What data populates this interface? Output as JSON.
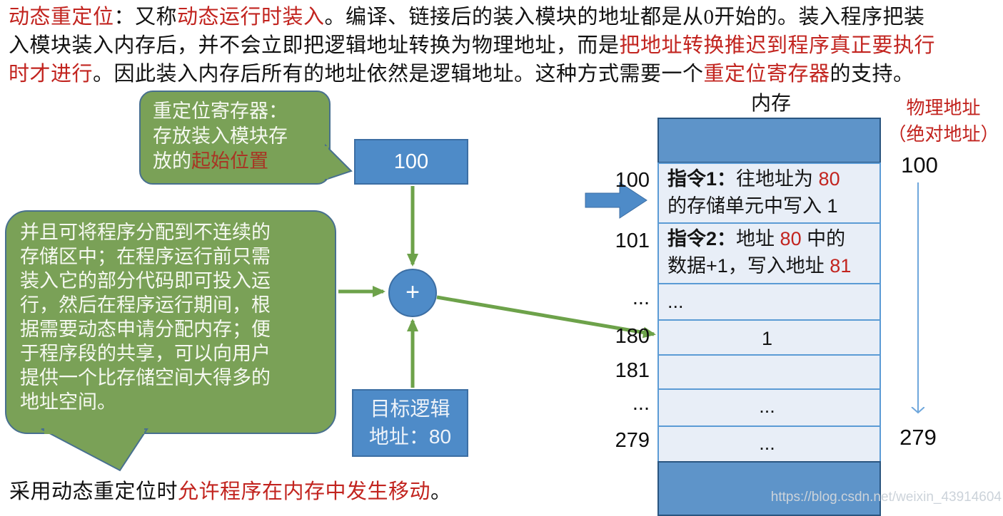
{
  "colors": {
    "accent_red": "#c2241f",
    "bubble_green": "#7aa157",
    "shape_blue": "#4e8bc8",
    "arrow_green": "#6da24a",
    "table_light_row": "#e8eef7",
    "table_band_blue": "#5e94c9"
  },
  "intro": {
    "lines": [
      [
        {
          "t": "动态重定位",
          "cls": "red"
        },
        {
          "t": "：又称"
        },
        {
          "t": "动态运行时装入",
          "cls": "red"
        },
        {
          "t": "。编译、链接后的装入模块的地址都是从0开始的。装入程序把装"
        }
      ],
      [
        {
          "t": "入模块装入内存后，并不会立即把逻辑地址转换为物理地址，而是"
        },
        {
          "t": "把地址转换推迟到程序真正要执行",
          "cls": "red"
        }
      ],
      [
        {
          "t": "时才进行",
          "cls": "red"
        },
        {
          "t": "。因此装入内存后所有的地址依然是逻辑地址。这种方式需要一个"
        },
        {
          "t": "重定位寄存器",
          "cls": "red"
        },
        {
          "t": "的支持。"
        }
      ]
    ]
  },
  "bubble_register": {
    "segments": [
      {
        "t": "重定位寄存器："
      },
      {
        "br": true
      },
      {
        "t": "存放装入模块存"
      },
      {
        "br": true
      },
      {
        "t": "放的"
      },
      {
        "t": "起始位置",
        "cls": "red-on-green"
      }
    ]
  },
  "bubble_advantages": {
    "text": "并且可将程序分配到不连续的\n存储区中；在程序运行前只需\n装入它的部分代码即可投入运\n行，然后在程序运行期间，根\n据需要动态申请分配内存；便\n于程序段的共享，可以向用户\n提供一个比存储空间大得多的\n地址空间。"
  },
  "relocation_register_box": {
    "value": "100"
  },
  "logical_address_box": {
    "text": "目标逻辑\n地址：80"
  },
  "adder": {
    "symbol": "+"
  },
  "memory": {
    "title": "内存",
    "rows": [
      {
        "address": "100",
        "segments": [
          {
            "t": "指令1：",
            "cls": "bold"
          },
          {
            "t": "往地址为 "
          },
          {
            "t": "80",
            "cls": "red"
          },
          {
            "br": true
          },
          {
            "t": "的存储单元中写入 1"
          }
        ]
      },
      {
        "address": "101",
        "segments": [
          {
            "t": "指令2：",
            "cls": "bold"
          },
          {
            "t": "地址 "
          },
          {
            "t": "80",
            "cls": "red"
          },
          {
            "t": " 中的"
          },
          {
            "br": true
          },
          {
            "t": "数据+1，写入地址 "
          },
          {
            "t": "81",
            "cls": "red"
          }
        ]
      },
      {
        "address": "...",
        "segments": [
          {
            "t": "..."
          }
        ]
      },
      {
        "address": "180",
        "segments": [
          {
            "t": "1"
          }
        ]
      },
      {
        "address": "181",
        "segments": []
      },
      {
        "address": "...",
        "segments": [
          {
            "t": "..."
          }
        ]
      },
      {
        "address": "279",
        "segments": [
          {
            "t": "..."
          }
        ]
      }
    ]
  },
  "physical_address": {
    "label": "物理地址\n（绝对地址）",
    "top_value": "100",
    "bottom_value": "279"
  },
  "footer_note": {
    "segments": [
      {
        "t": "采用动态重定位时"
      },
      {
        "t": "允许程序在内存中发生移动",
        "cls": "red"
      },
      {
        "t": "。"
      }
    ]
  },
  "watermark": {
    "text": "https://blog.csdn.net/weixin_43914604"
  }
}
